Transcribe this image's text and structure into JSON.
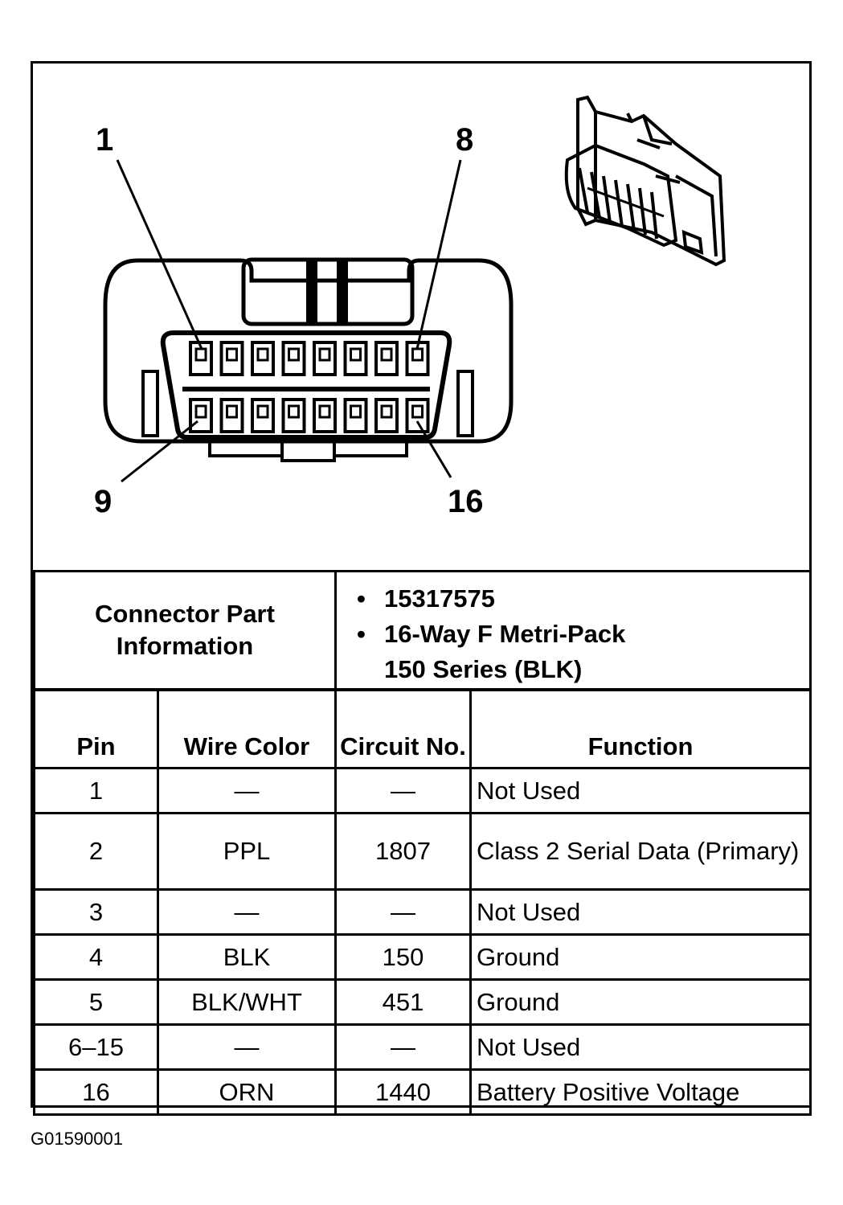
{
  "diagram": {
    "pin_callouts": {
      "top_left": "1",
      "top_right": "8",
      "bottom_left": "9",
      "bottom_right": "16"
    }
  },
  "connector_info": {
    "label": "Connector Part Information",
    "items": [
      "15317575",
      "16-Way F Metri-Pack 150 Series (BLK)"
    ]
  },
  "pin_table": {
    "headers": {
      "pin": "Pin",
      "wire_color": "Wire Color",
      "circuit_no": "Circuit No.",
      "function": "Function"
    },
    "rows": [
      {
        "pin": "1",
        "wire_color": "—",
        "circuit_no": "—",
        "function": "Not Used"
      },
      {
        "pin": "2",
        "wire_color": "PPL",
        "circuit_no": "1807",
        "function": "Class 2 Serial Data (Primary)"
      },
      {
        "pin": "3",
        "wire_color": "—",
        "circuit_no": "—",
        "function": "Not Used"
      },
      {
        "pin": "4",
        "wire_color": "BLK",
        "circuit_no": "150",
        "function": "Ground"
      },
      {
        "pin": "5",
        "wire_color": "BLK/WHT",
        "circuit_no": "451",
        "function": "Ground"
      },
      {
        "pin": "6–15",
        "wire_color": "—",
        "circuit_no": "—",
        "function": "Not Used"
      },
      {
        "pin": "16",
        "wire_color": "ORN",
        "circuit_no": "1440",
        "function": "Battery Positive Voltage"
      }
    ]
  },
  "figure_id": "G01590001"
}
